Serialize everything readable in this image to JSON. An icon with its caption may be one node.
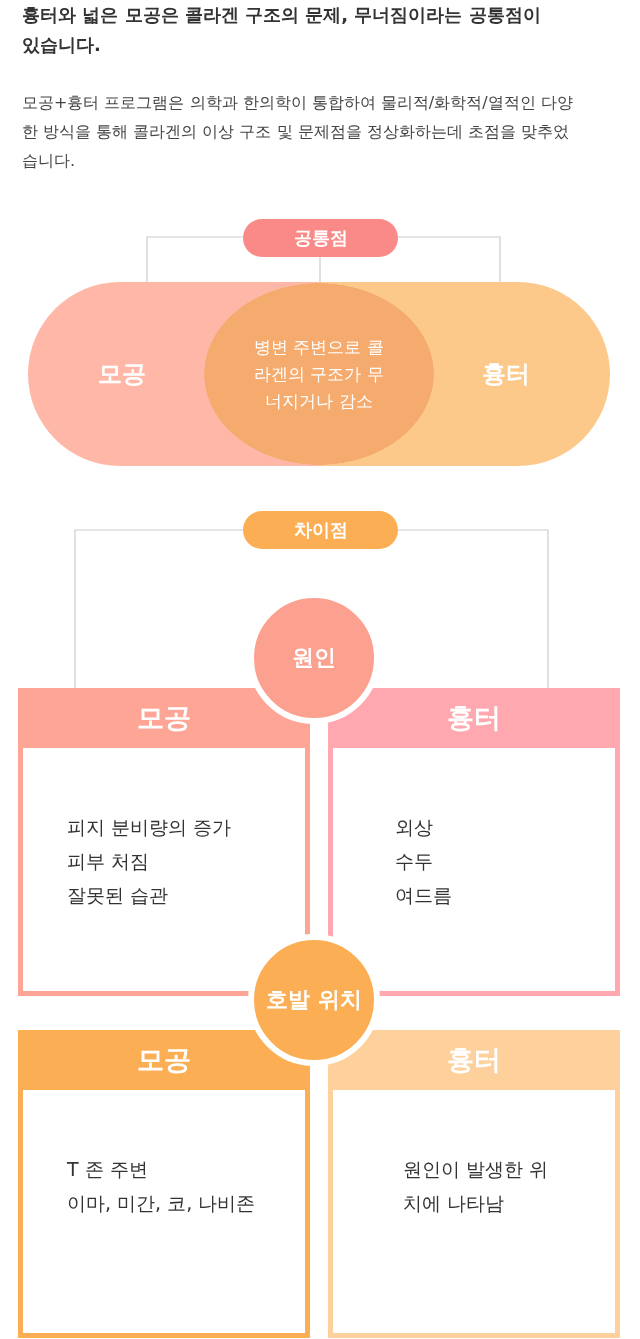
{
  "diagram": {
    "title": "흉터와 넓은 모공은 콜라겐 구조의 문제, 무너짐이라는 공통점이 있습니다.",
    "nodes": [
      {
        "text": [
          "공통점"
        ]
      },
      {
        "text": [
          "모공"
        ]
      },
      {
        "text": [
          "흉터"
        ]
      },
      {
        "text": [
          "병변 주변으로 콜라겐의 구조가 무너지거나 감소"
        ]
      },
      {
        "text": [
          "차이점"
        ]
      },
      {
        "text": [
          "원인"
        ]
      },
      {
        "text": [
          "모공",
          "피지 분비량의 증가",
          "피부 처짐",
          "잘못된 습관"
        ]
      },
      {
        "text": [
          "흉터",
          "외상",
          "수두",
          "여드름"
        ]
      },
      {
        "text": [
          "호발 위치"
        ]
      },
      {
        "text": [
          "모공",
          "T 존 주변",
          "이마, 미간, 코, 나비존"
        ]
      },
      {
        "text": [
          "흉터",
          "원인이 발생한 위치에 나타남"
        ]
      }
    ],
    "edges": [
      {
        "from": 0,
        "to": 1,
        "arrow": "none"
      },
      {
        "from": 0,
        "to": 3,
        "arrow": "none"
      },
      {
        "from": 0,
        "to": 2,
        "arrow": "none"
      },
      {
        "from": 4,
        "to": 6,
        "arrow": "none"
      },
      {
        "from": 4,
        "to": 7,
        "arrow": "none"
      }
    ],
    "labels": [
      "모공+흉터 프로그램은 의학과 한의학이 통합하여 물리적/화학적/열적인 다양한 방식을 통해 콜라겐의 이상 구조 및 문제점을 정상화하는데 초점을 맞추었습니다."
    ]
  }
}
